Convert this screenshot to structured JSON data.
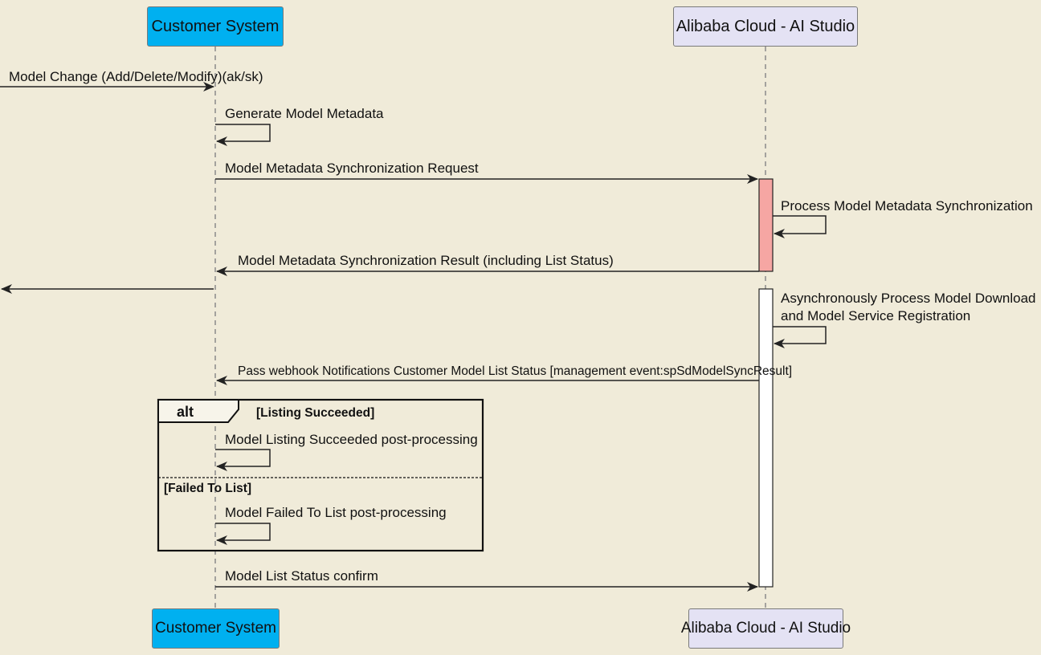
{
  "participants": {
    "customer": {
      "label": "Customer System",
      "color": "#00b0f0"
    },
    "alibaba": {
      "label": "Alibaba Cloud - AI Studio",
      "color": "#e4e2f4"
    }
  },
  "messages": {
    "m1": "Model Change (Add/Delete/Modify)(ak/sk)",
    "m2": "Generate Model Metadata",
    "m3": "Model Metadata Synchronization Request",
    "m4": "Process Model Metadata Synchronization",
    "m5": "Model Metadata Synchronization Result (including List Status)",
    "m6_line1": "Asynchronously Process Model Download",
    "m6_line2": "and Model Service Registration",
    "m7": "Pass webhook Notifications Customer Model List Status [management event:spSdModelSyncResult]",
    "m8": "Model Listing Succeeded post-processing",
    "m9": "Model Failed To List post-processing",
    "m10": "Model List Status confirm"
  },
  "alt_fragment": {
    "keyword": "alt",
    "guard_1": "[Listing Succeeded]",
    "guard_2": "[Failed To List]"
  },
  "colors": {
    "background": "#f0ebd9",
    "activation_sync": "#f6a6a3",
    "activation_async": "#ffffff",
    "line": "#222222"
  }
}
